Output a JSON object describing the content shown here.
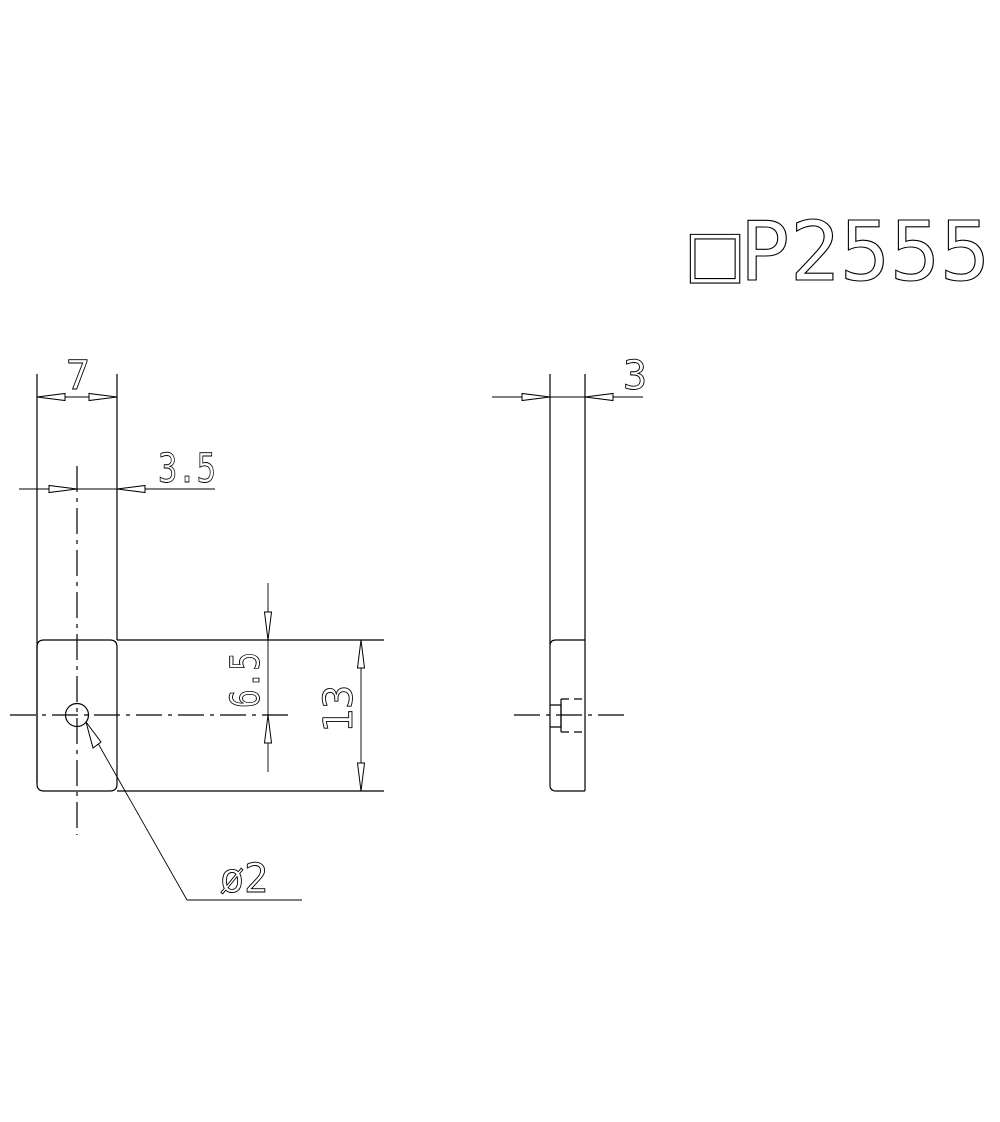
{
  "drawing": {
    "part_number": "□P2555",
    "views": {
      "front": {
        "dimensions": {
          "width": "7",
          "hole_offset_x": "3.5",
          "hole_offset_y": "6.5",
          "height": "13",
          "hole_diameter": "ø2"
        }
      },
      "side": {
        "dimensions": {
          "thickness": "3"
        }
      }
    },
    "line_color": "#000000",
    "background": "#ffffff"
  }
}
